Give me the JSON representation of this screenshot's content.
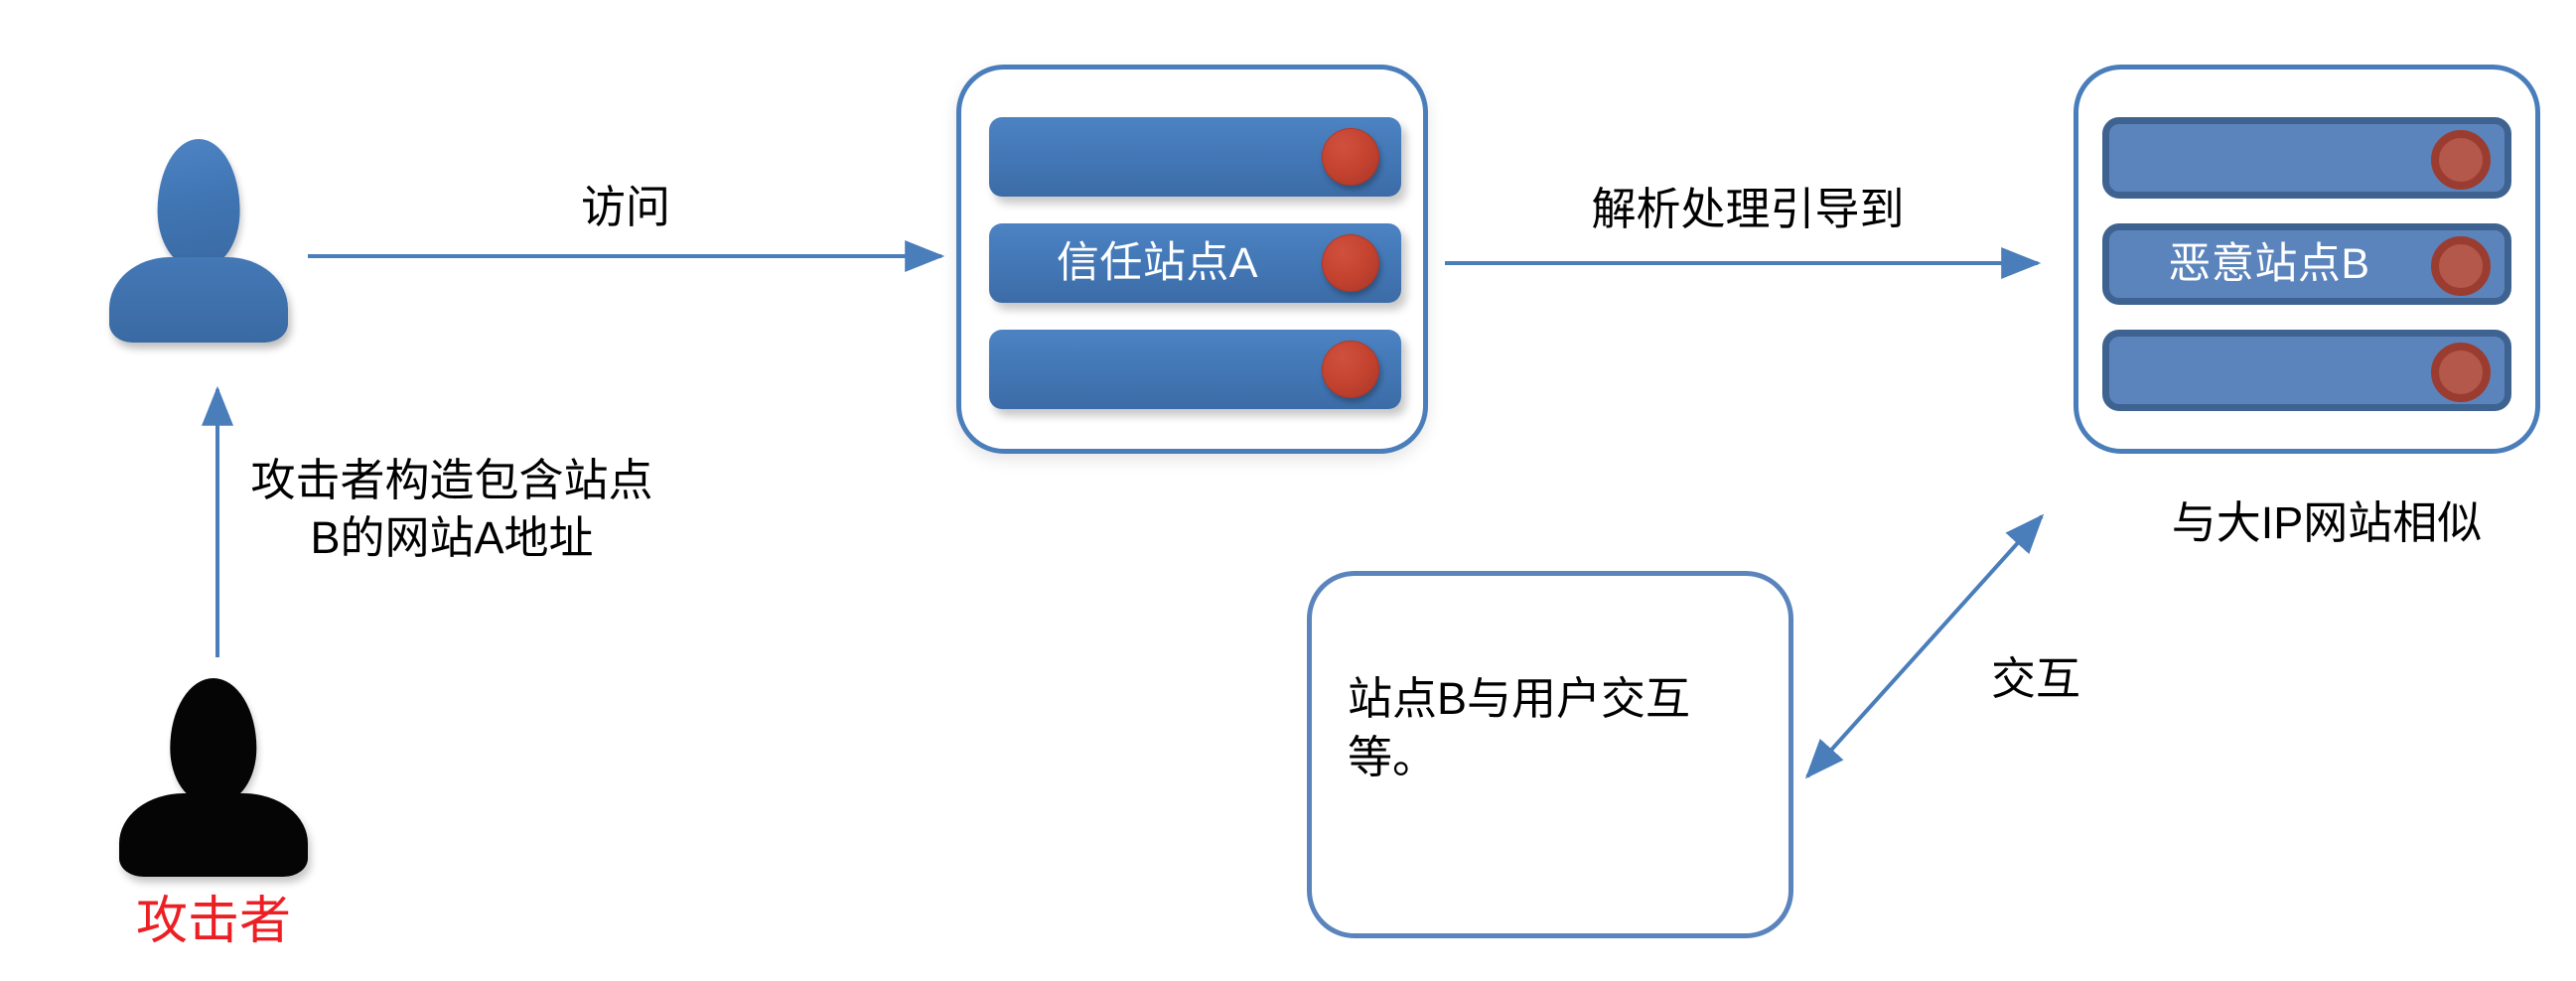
{
  "diagram": {
    "title": "XSS / open-redirect attack flow diagram",
    "colors": {
      "accent_blue": "#4a7ebb",
      "rack_bar_blue": "#4479b8",
      "rack_bar_flat_blue": "#5b84bd",
      "rack_border_dark": "#3f6391",
      "led_red": "#c4432f",
      "led_red_flat": "#b4584c",
      "attacker_red_text": "#ec2024",
      "person_blue": "#4076b4",
      "person_black": "#050505",
      "background": "#ffffff"
    },
    "actors": {
      "user": {
        "icon": "user-person-icon",
        "color": "#4076b4",
        "label": ""
      },
      "attacker": {
        "icon": "attacker-person-icon",
        "color": "#050505",
        "label": "攻击者"
      }
    },
    "servers": [
      {
        "id": "trusted-site-a",
        "style": "glossy",
        "bars": [
          "",
          "信任站点A",
          ""
        ],
        "led_count": 3,
        "caption": ""
      },
      {
        "id": "malicious-site-b",
        "style": "flat",
        "bars": [
          "",
          "恶意站点B",
          ""
        ],
        "led_count": 3,
        "caption": "与大IP网站相似"
      }
    ],
    "note_box": {
      "text": "站点B与用户交互\n等。"
    },
    "edges": [
      {
        "id": "user-to-site-a",
        "label": "访问",
        "direction": "right"
      },
      {
        "id": "site-a-to-site-b",
        "label": "解析处理引导到",
        "direction": "right"
      },
      {
        "id": "attacker-to-user",
        "label": "攻击者构造包含站点\nB的网站A地址",
        "direction": "up"
      },
      {
        "id": "note-to-site-b",
        "label": "交互",
        "direction": "both"
      }
    ]
  }
}
